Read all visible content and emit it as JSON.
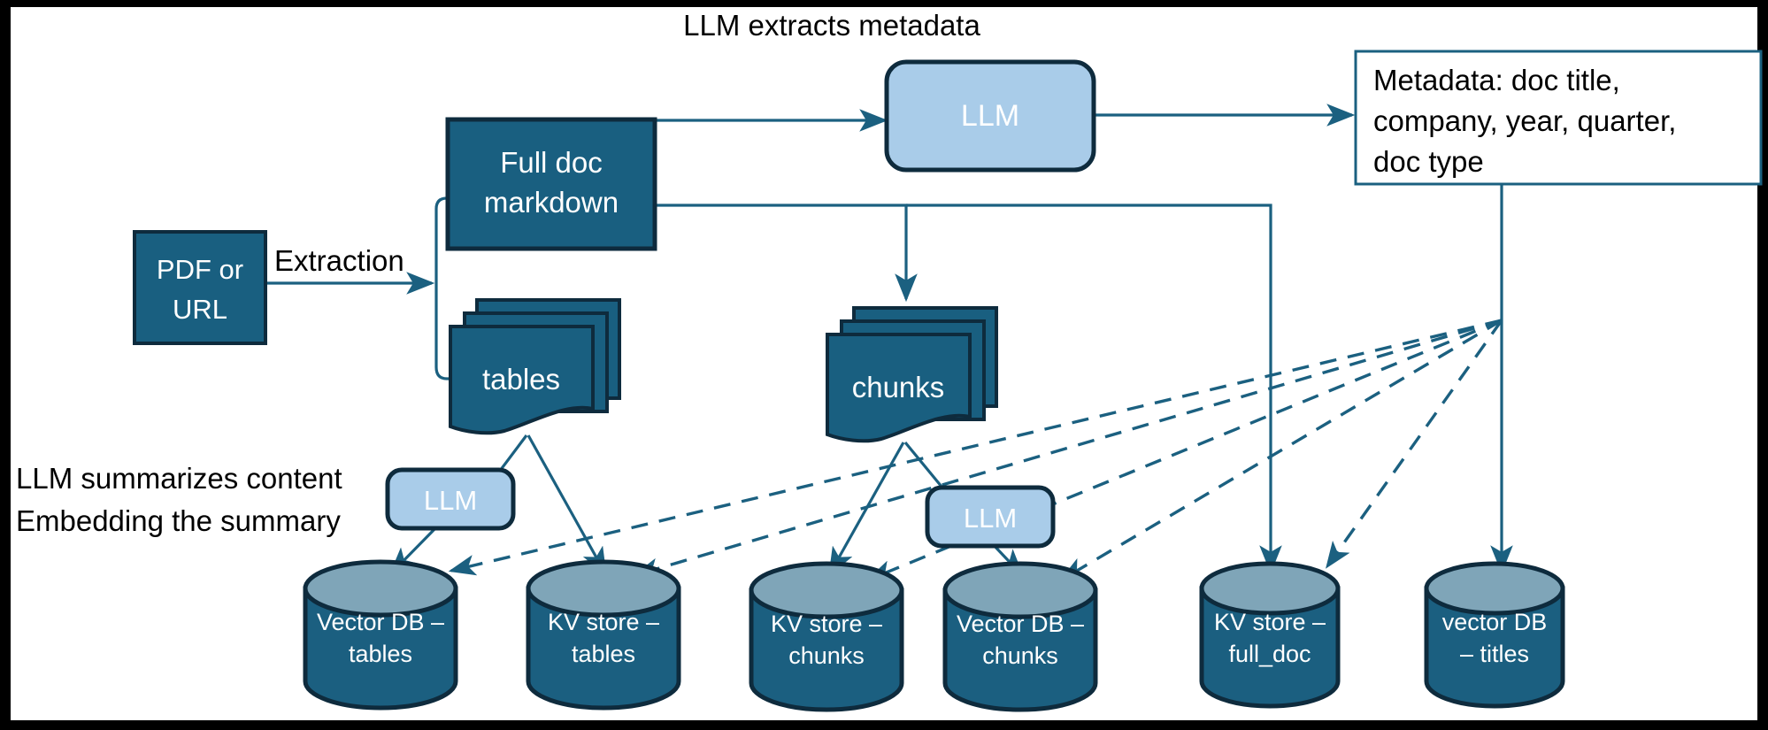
{
  "palette": {
    "background": "#ffffff",
    "frame": "#000000",
    "dark_fill": "#195F80",
    "dark_stroke": "#0E2B3D",
    "light_fill": "#A9CCE9",
    "cylinder_body": "#1B5F80",
    "cylinder_top": "#7FA5B8",
    "line": "#1B6080",
    "meta_border": "#1B6080",
    "text_light": "#ffffff",
    "text_dark": "#000000"
  },
  "annotations": {
    "top_caption": "LLM extracts metadata",
    "extraction_label": "Extraction",
    "summarize_line1": "LLM summarizes content",
    "summarize_line2": "Embedding the summary"
  },
  "nodes": {
    "source": {
      "line1": "PDF or",
      "line2": "URL"
    },
    "full_doc": {
      "line1": "Full doc",
      "line2": "markdown"
    },
    "llm_metadata": {
      "label": "LLM"
    },
    "llm_tables": {
      "label": "LLM"
    },
    "llm_chunks": {
      "label": "LLM"
    },
    "tables": {
      "label": "tables"
    },
    "chunks": {
      "label": "chunks"
    },
    "metadata_box": {
      "line1": "Metadata: doc title,",
      "line2": "company, year, quarter,",
      "line3": "doc type"
    }
  },
  "stores": [
    {
      "id": "vector-db-tables",
      "line1": "Vector DB –",
      "line2": "tables"
    },
    {
      "id": "kv-store-tables",
      "line1": "KV store –",
      "line2": "tables"
    },
    {
      "id": "kv-store-chunks",
      "line1": "KV store –",
      "line2": "chunks"
    },
    {
      "id": "vector-db-chunks",
      "line1": "Vector DB –",
      "line2": "chunks"
    },
    {
      "id": "kv-store-full-doc",
      "line1": "KV store –",
      "line2": "full_doc"
    },
    {
      "id": "vector-db-titles",
      "line1": "vector DB",
      "line2": "– titles"
    }
  ]
}
